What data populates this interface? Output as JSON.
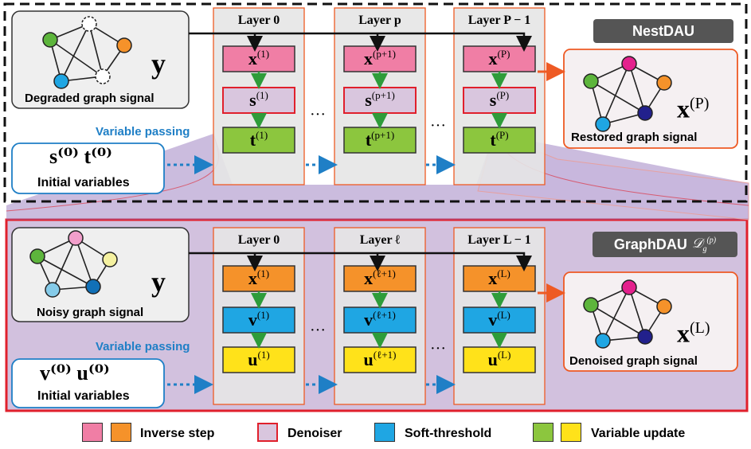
{
  "colors": {
    "pink": "#f07ea5",
    "orange": "#f5922a",
    "denoiser_fill": "#d9c6de",
    "denoiser_border": "#e0202c",
    "blue": "#1fa6e3",
    "green": "#8cc63e",
    "yellow": "#ffe21a",
    "node_green": "#5db53c",
    "node_orange": "#f5922a",
    "node_blue": "#1fa6e3",
    "node_magenta": "#e4218d",
    "node_navy": "#22208c",
    "node_pink": "#f29fcb",
    "node_yellow": "#f5f1a0",
    "node_lightblue": "#85cbe9",
    "node_darkblue": "#1170b7",
    "passing_blue": "#1f7fc6",
    "highlight_red": "#e0202c",
    "purple_bg": "#d2c1de"
  },
  "top": {
    "badge": "NestDAU",
    "input_caption": "Degraded graph signal",
    "input_symbol": "y",
    "output_caption": "Restored graph signal",
    "output_symbol": "x",
    "output_sup": "(P)",
    "variable_passing": "Variable passing",
    "init_symbols": "s⁽⁰⁾ t⁽⁰⁾",
    "init_caption": "Initial variables",
    "layers": [
      {
        "title": "Layer 0",
        "x_sup": "(1)",
        "mid_sup": "(1)",
        "bot_sup": "(1)"
      },
      {
        "title": "Layer p",
        "x_sup": "(p+1)",
        "mid_sup": "(p+1)",
        "bot_sup": "(p+1)"
      },
      {
        "title": "Layer P − 1",
        "x_sup": "(P)",
        "mid_sup": "(P)",
        "bot_sup": "(P)"
      }
    ],
    "mid_letter": "s",
    "bot_letter": "t",
    "dots": "···"
  },
  "bottom": {
    "badge": "GraphDAU",
    "badge_math": "𝒟",
    "badge_math_sub": "g",
    "badge_math_sup": "(p)",
    "input_caption": "Noisy graph signal",
    "input_symbol": "y",
    "output_caption": "Denoised graph signal",
    "output_symbol": "x",
    "output_sup": "(L)",
    "variable_passing": "Variable passing",
    "init_symbols": "v⁽⁰⁾ u⁽⁰⁾",
    "init_caption": "Initial variables",
    "layers": [
      {
        "title": "Layer 0",
        "x_sup": "(1)",
        "mid_sup": "(1)",
        "bot_sup": "(1)"
      },
      {
        "title": "Layer ℓ",
        "x_sup": "(ℓ+1)",
        "mid_sup": "(ℓ+1)",
        "bot_sup": "(ℓ+1)"
      },
      {
        "title": "Layer L − 1",
        "x_sup": "(L)",
        "mid_sup": "(L)",
        "bot_sup": "(L)"
      }
    ],
    "mid_letter": "v",
    "bot_letter": "u",
    "dots": "···"
  },
  "legend": {
    "inverse_step": "Inverse step",
    "denoiser": "Denoiser",
    "soft_threshold": "Soft-threshold",
    "variable_update": "Variable update"
  }
}
